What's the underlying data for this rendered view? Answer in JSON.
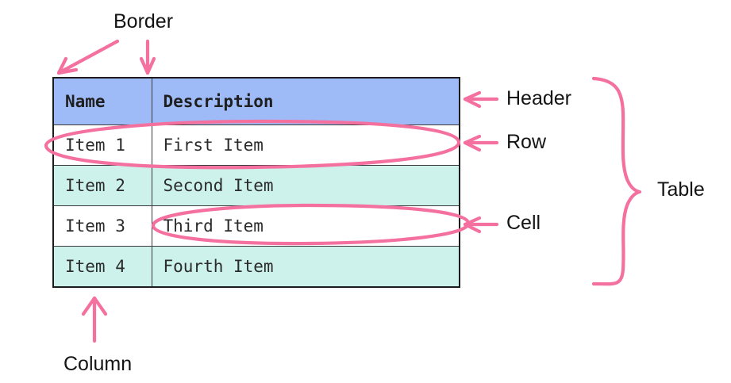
{
  "table": {
    "columns": [
      "Name",
      "Description"
    ],
    "rows": [
      {
        "name": "Item 1",
        "description": "First Item"
      },
      {
        "name": "Item 2",
        "description": "Second Item"
      },
      {
        "name": "Item 3",
        "description": "Third Item"
      },
      {
        "name": "Item 4",
        "description": "Fourth Item"
      }
    ]
  },
  "annotations": {
    "border": "Border",
    "header": "Header",
    "row": "Row",
    "cell": "Cell",
    "table": "Table",
    "column": "Column"
  },
  "colors": {
    "header_background": "#9fbbf7",
    "striped_row_background": "#cdf2ec",
    "plain_row_background": "#ffffff",
    "annotation_ink": "#f4709f",
    "table_border": "#1c1c1c",
    "text": "#2b2b2b",
    "page_background": "#ffffff"
  }
}
